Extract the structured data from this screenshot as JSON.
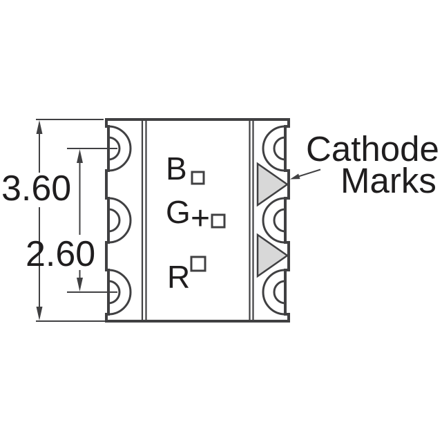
{
  "colors": {
    "background": "#ffffff",
    "line": "#404042",
    "text": "#1f1d1e",
    "cathode_mark_fill": "#d8d8d8"
  },
  "dimension_labels": {
    "overall_height": "3.60",
    "terminal_span": "2.60"
  },
  "package": {
    "channels": [
      {
        "label": "B"
      },
      {
        "label": "G"
      },
      {
        "label": "R"
      }
    ],
    "polarity_mark": "+"
  },
  "annotation": {
    "cathode_line1": "Cathode",
    "cathode_line2": "Marks"
  }
}
